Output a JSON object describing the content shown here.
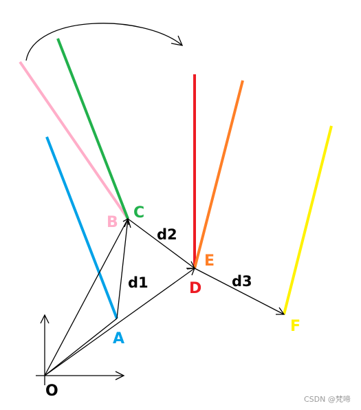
{
  "points": {
    "O": {
      "label": "O",
      "color": "#000000"
    },
    "A": {
      "label": "A",
      "color": "#00a2e8"
    },
    "B": {
      "label": "B",
      "color": "#ffaec9"
    },
    "C": {
      "label": "C",
      "color": "#22b14c"
    },
    "D": {
      "label": "D",
      "color": "#ed1c24"
    },
    "E": {
      "label": "E",
      "color": "#ff7f27"
    },
    "F": {
      "label": "F",
      "color": "#fff200"
    }
  },
  "vectors": {
    "d1": "d1",
    "d2": "d2",
    "d3": "d3"
  },
  "colors": {
    "blue": "#00a2e8",
    "pink": "#ffaec9",
    "green": "#22b14c",
    "red": "#ed1c24",
    "orange": "#ff7f27",
    "yellow": "#fff200",
    "black": "#000000"
  },
  "watermark": "CSDN @梵啼"
}
